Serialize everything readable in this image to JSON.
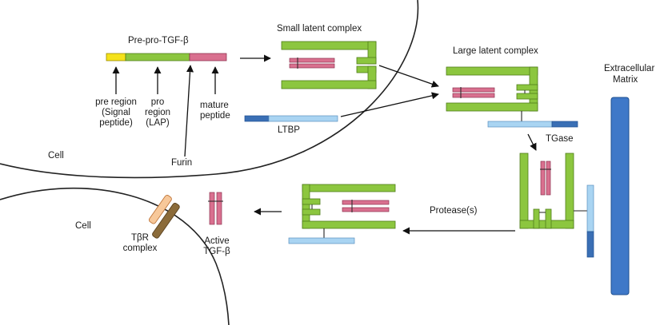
{
  "labels": {
    "pre_pro": "Pre-pro-TGF-β",
    "small_latent": "Small latent complex",
    "large_latent": "Large latent complex",
    "ecm_line1": "Extracellular",
    "ecm_line2": "Matrix",
    "pre_region": "pre region\n(Signal\npeptide)",
    "pro_region": "pro\nregion\n(LAP)",
    "mature": "mature\npeptide",
    "ltbp": "LTBP",
    "cell_top": "Cell",
    "furin": "Furin",
    "tgase": "TGase",
    "protease": "Protease(s)",
    "cell_bottom": "Cell",
    "tbr": "TβR\ncomplex",
    "active": "Active\nTGF-β"
  },
  "colors": {
    "signal_yellow": "#f5e21a",
    "lap_green": "#8cc63f",
    "lap_green_dark": "#4f7d1a",
    "mature_pink": "#d9708f",
    "mature_pink_light": "#f2a9bd",
    "ltbp_light": "#a9d4f2",
    "ltbp_dark": "#3a6fb5",
    "ecm_blue": "#3f78c8",
    "ecm_dark": "#1f4f8f",
    "receptor_light": "#f7c89a",
    "receptor_dark": "#8b6b3a"
  }
}
